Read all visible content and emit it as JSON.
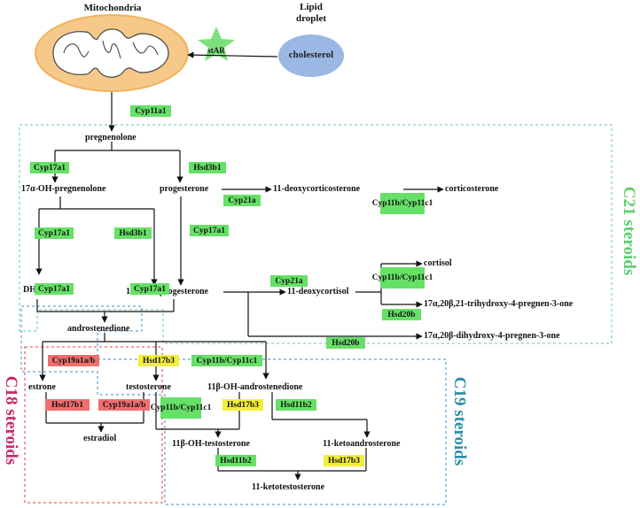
{
  "header": {
    "mitochondria": "Mitochondria",
    "lipid_droplet_line1": "Lipid",
    "lipid_droplet_line2": "droplet",
    "cholesterol": "cholesterol",
    "star": "stAR"
  },
  "compounds": {
    "pregnenolone": "pregnenolone",
    "oh_pregnenolone": "17α-OH-pregnenolone",
    "progesterone": "progesterone",
    "deoxycorticosterone": "11-deoxycorticosterone",
    "corticosterone": "corticosterone",
    "dhea": "DHEA",
    "oh_progesterone": "17α-OH-progesterone",
    "deoxycortisol": "11-deoxycortisol",
    "cortisol": "cortisol",
    "trihydroxy": "17α,20β,21-trihydroxy-4-pregnen-3-one",
    "dihydroxy": "17α,20β-dihydroxy-4-pregnen-3-one",
    "androstenedione": "androstenedione",
    "estrone": "estrone",
    "testosterone": "testosterone",
    "oh_androstenedione": "11β-OH-androstenedione",
    "estradiol": "estradiol",
    "oh_testosterone": "11β-OH-testosterone",
    "ketoandrosterone": "11-ketoandrosterone",
    "ketotestosterone": "11-ketotestosterone"
  },
  "enzymes": {
    "cyp11a1": "Cyp11a1",
    "cyp17a1_a": "Cyp17a1",
    "hsd3b1_a": "Hsd3b1",
    "cyp21a_a": "Cyp21a",
    "cyp11b_a_1": "Cyp11b/",
    "cyp11b_a_2": "Cyp11c1",
    "cyp17a1_b": "Cyp17a1",
    "hsd3b1_b": "Hsd3b1",
    "cyp17a1_c": "Cyp17a1",
    "cyp21a_b": "Cyp21a",
    "cyp11b_b_1": "Cyp11b/",
    "cyp11b_b_2": "Cyp11c1",
    "hsd20b_a": "Hsd20b",
    "cyp17a1_d": "Cyp17a1",
    "cyp17a1_e": "Cyp17a1",
    "hsd20b_b": "Hsd20b",
    "cyp19a1_a": "Cyp19a1a/b",
    "hsd17b3_a": "Hsd17b3",
    "cyp11b_c": "Cyp11b/Cyp11c1",
    "hsd17b1": "Hsd17b1",
    "cyp19a1_b": "Cyp19a1a/b",
    "cyp11b_d_1": "Cyp11b/",
    "cyp11b_d_2": "Cyp11c1",
    "hsd17b3_b": "Hsd17b3",
    "hsd11b2_a": "Hsd11b2",
    "hsd11b2_b": "Hsd11b2",
    "hsd17b3_c": "Hsd17b3"
  },
  "groups": {
    "c21": "C21 steroids",
    "c18": "C18 steroids",
    "c19": "C19 steroids"
  },
  "colors": {
    "enzyme_green": "#66e066",
    "enzyme_yellow": "#f3ee3a",
    "enzyme_red": "#ef6f6f",
    "c21_border": "#5cc9b2",
    "c21_label": "#5ccf6a",
    "c18_border": "#e23b3b",
    "c18_label": "#c9286b",
    "c19_border": "#3d8ec4",
    "c19_label": "#2a8fa6",
    "mitochondria_fill": "#f6c98a",
    "droplet_fill": "#9bb8e4",
    "star_fill": "#7ee07a"
  }
}
